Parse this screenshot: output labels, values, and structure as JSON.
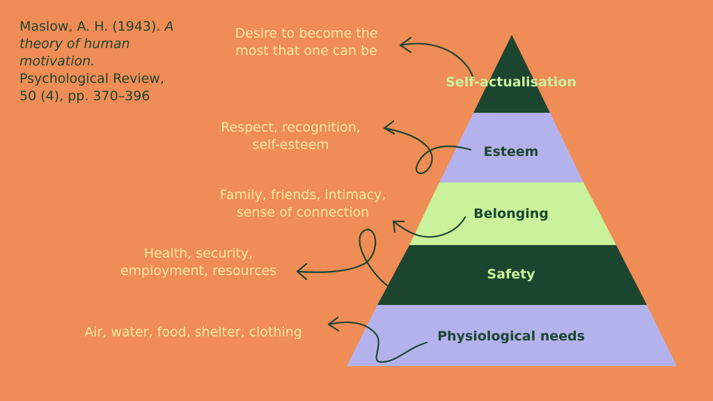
{
  "citation": {
    "author": "Maslow, A. H.",
    "year": "(1943).",
    "title": "A theory of human motivation.",
    "journal": "Psychological Review, 50 (4), pp. 370–396"
  },
  "levels": [
    {
      "label": "Self-actualisation",
      "description_lines": [
        "Desire to become the",
        "most that one can be"
      ]
    },
    {
      "label": "Esteem",
      "description_lines": [
        "Respect, recognition,",
        "self-esteem"
      ]
    },
    {
      "label": "Belonging",
      "description_lines": [
        "Family, friends, intimacy,",
        "sense of connection"
      ]
    },
    {
      "label": "Safety",
      "description_lines": [
        "Health, security,",
        "employment, resources"
      ]
    },
    {
      "label": "Physiological needs",
      "description_lines": [
        "Air, water, food, shelter, clothing"
      ]
    }
  ],
  "colors": {
    "background": "#f08c55",
    "dark_green": "#1c4530",
    "lavender": "#b4b2ec",
    "light_green": "#c9f29a",
    "pale_yellow": "#fbe9a3"
  }
}
